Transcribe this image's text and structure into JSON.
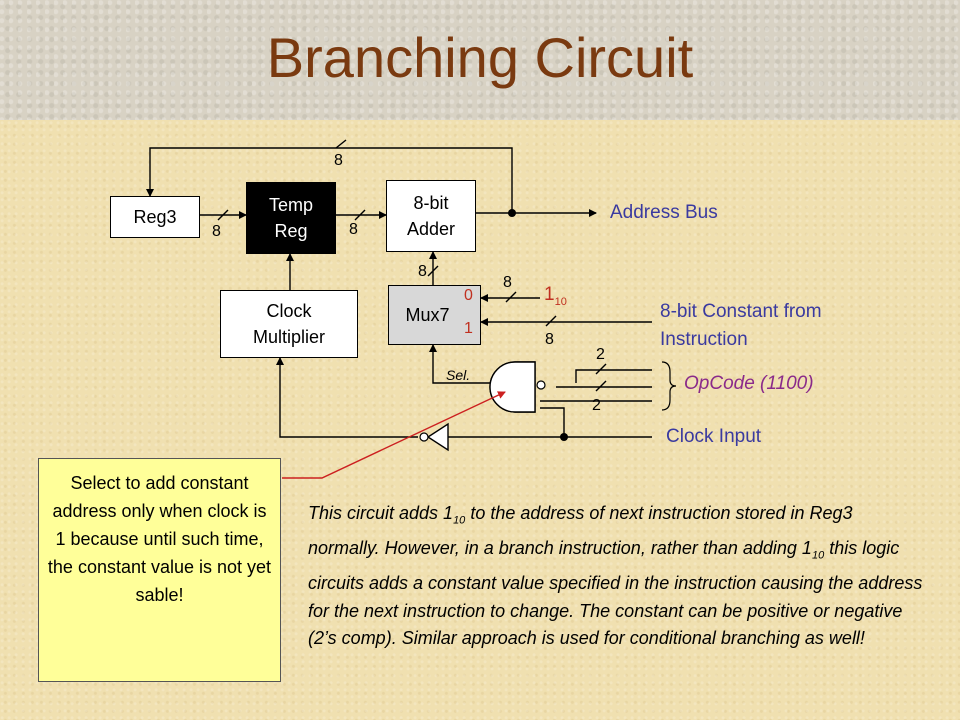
{
  "title": "Branching Circuit",
  "blocks": {
    "reg3": "Reg3",
    "temp_reg_1": "Temp",
    "temp_reg_2": "Reg",
    "adder_1": "8-bit",
    "adder_2": "Adder",
    "mux": "Mux7",
    "clock_mult_1": "Clock",
    "clock_mult_2": "Multiplier"
  },
  "bus_widths": {
    "feedback": "8",
    "reg3_to_temp": "8",
    "temp_to_adder": "8",
    "mux_to_adder": "8",
    "one_input": "8",
    "const_input": "8",
    "opcode_top": "2",
    "opcode_bottom": "2"
  },
  "mux_inputs": {
    "in0": "0",
    "in1": "1"
  },
  "labels": {
    "one": "1",
    "one_sub": "10",
    "address_bus": "Address Bus",
    "constant_1": "8-bit Constant from",
    "constant_2": "Instruction",
    "opcode": "OpCode (1100)",
    "clock_input": "Clock Input",
    "sel": "Sel."
  },
  "note": "Select to add constant address only when clock is 1 because until such time, the constant value is not yet sable!",
  "description": {
    "p1": "This circuit adds 1",
    "sub1": "10",
    "p2": " to the address of next instruction stored in Reg3 normally. However, in a branch instruction, rather than adding 1",
    "sub2": "10",
    "p3": " this logic circuits adds a constant value specified in the instruction causing the address for the next instruction to change. The constant can be positive or negative (2’s comp). Similar approach is used for conditional branching as well!"
  },
  "colors": {
    "title": "#7a3a10",
    "wire": "#000000",
    "blue_label": "#3a3aa0",
    "purple_label": "#8a2a8a",
    "red_label": "#c03020",
    "note_fill": "#ffff99",
    "callout_line": "#cc2020"
  }
}
